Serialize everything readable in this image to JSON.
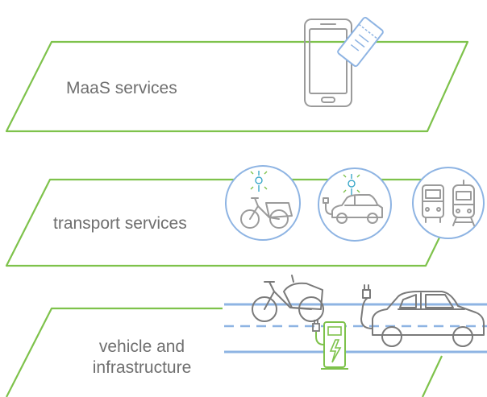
{
  "layers": [
    {
      "id": "maas",
      "label": "MaaS services"
    },
    {
      "id": "transport",
      "label": "transport services"
    },
    {
      "id": "vehicle",
      "label_line1": "vehicle and",
      "label_line2": "infrastructure"
    }
  ],
  "colors": {
    "layer_outline": "#7ec24b",
    "circle_outline": "#8eb4e3",
    "road_lines": "#8eb4e3",
    "sketch": "#9b9b9b",
    "label_text": "#6f6f6f",
    "sensor": "#3aa7c9"
  },
  "icons": [
    "smartphone-ticket-icon",
    "cargo-bike-share-icon",
    "car-share-icon",
    "bus-tram-icon",
    "charging-station-icon"
  ]
}
